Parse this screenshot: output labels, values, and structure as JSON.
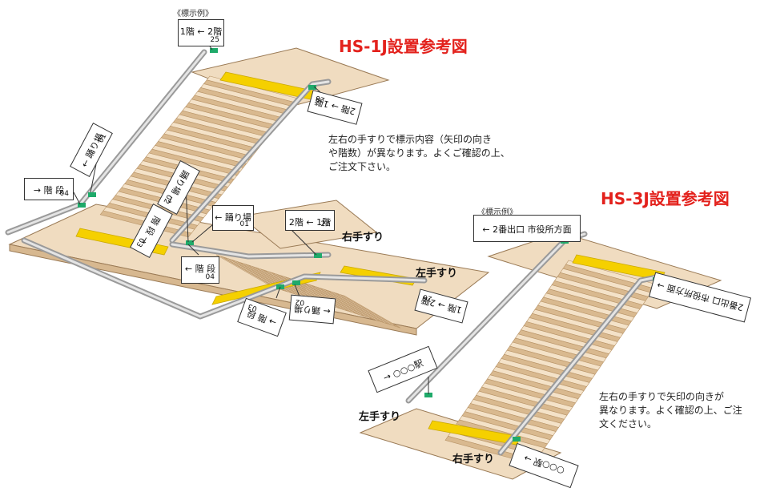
{
  "titles": {
    "hs1j": "HS-1J設置参考図",
    "hs3j": "HS-3J設置参考図"
  },
  "notes": {
    "hs1j": [
      "左右の手すりで標示内容（矢印の向き",
      "や階数）が異なります。よくご確認の上、",
      "ご注文下さい。"
    ],
    "hs3j": [
      "左右の手すりで矢印の向きが",
      "異なります。よく確認の上、ご注",
      "文ください。"
    ]
  },
  "labels": {
    "example1": "《標示例》",
    "example2": "《標示例》",
    "right_handrail_1": "右手すり",
    "left_handrail_1": "左手すり",
    "left_handrail_2": "左手すり",
    "right_handrail_2": "右手すり"
  },
  "signs": {
    "s1": {
      "main": "1階 ← 2階",
      "num": "25"
    },
    "s2": {
      "main": "2階 → 1階",
      "num": "28"
    },
    "s3": {
      "main": "← 踊り場",
      "num": "01"
    },
    "s4": {
      "main": "→ 階 段",
      "num": "04"
    },
    "s5": {
      "main": "踊り場 →",
      "num": "02"
    },
    "s6": {
      "main": "← 踊り場",
      "num": "01"
    },
    "s7": {
      "main": "2階 ← 1階",
      "num": "27"
    },
    "s8": {
      "main": "階 段 →",
      "num": "03"
    },
    "s9": {
      "main": "← 階 段",
      "num": "04"
    },
    "s10": {
      "main": "1階 → 2階",
      "num": "26"
    },
    "s11": {
      "main": "→ 階 段",
      "num": "03"
    },
    "s12": {
      "main": "← 踊り場",
      "num": "02"
    },
    "s13": {
      "main": "← 2番出口 市役所方面",
      "num": ""
    },
    "s14": {
      "main": "2番出口 市役所方面 →",
      "num": ""
    },
    "s15": {
      "main": "→ ○○○駅",
      "num": ""
    },
    "s16": {
      "main": "○○○駅 →",
      "num": ""
    }
  },
  "colors": {
    "floor": "#f0dcc0",
    "step_tread": "#f4e2c8",
    "step_riser": "#d9b98f",
    "tactile": "#f5d000",
    "rail": "#cfcfcf",
    "band": "#1faa6a",
    "title": "#e3211c"
  }
}
